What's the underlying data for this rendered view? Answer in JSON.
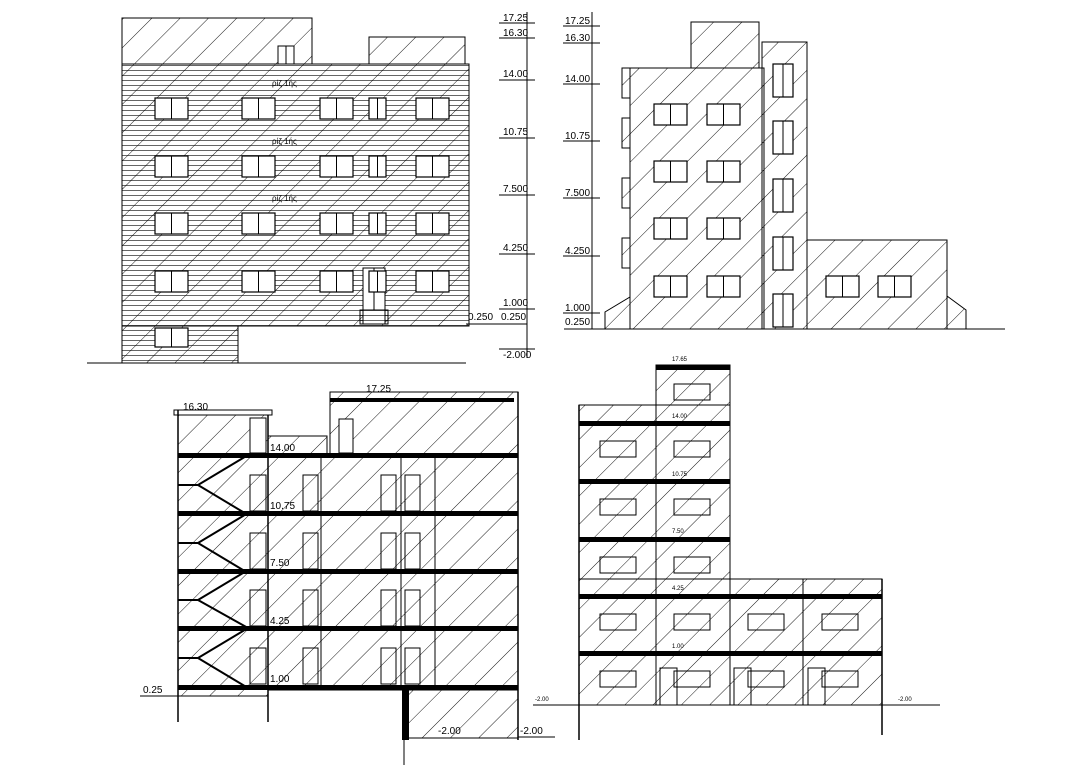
{
  "front_elevation": {
    "levels": [
      "17.25",
      "16.30",
      "14.00",
      "10.75",
      "7.500",
      "4.250",
      "1.000",
      "0.250",
      "0.250",
      "-2.000"
    ],
    "floor_marks": [
      "ρίζ 1ής",
      "ρίζ 1ής",
      "ρίζ 1ής"
    ]
  },
  "side_elevation": {
    "levels": [
      "17.25",
      "16.30",
      "14.00",
      "10.75",
      "7.500",
      "4.250",
      "1.000",
      "0.250"
    ]
  },
  "section_a": {
    "levels": [
      "16.30",
      "17.25",
      "14.00",
      "10.75",
      "7.50",
      "4.25",
      "1.00",
      "0.25",
      "-2.00",
      "-2.00"
    ]
  },
  "section_b": {
    "levels": [
      "17.65",
      "14.00",
      "10.75",
      "7.50",
      "4.25",
      "1.00",
      "-2.00",
      "-2.00"
    ]
  }
}
